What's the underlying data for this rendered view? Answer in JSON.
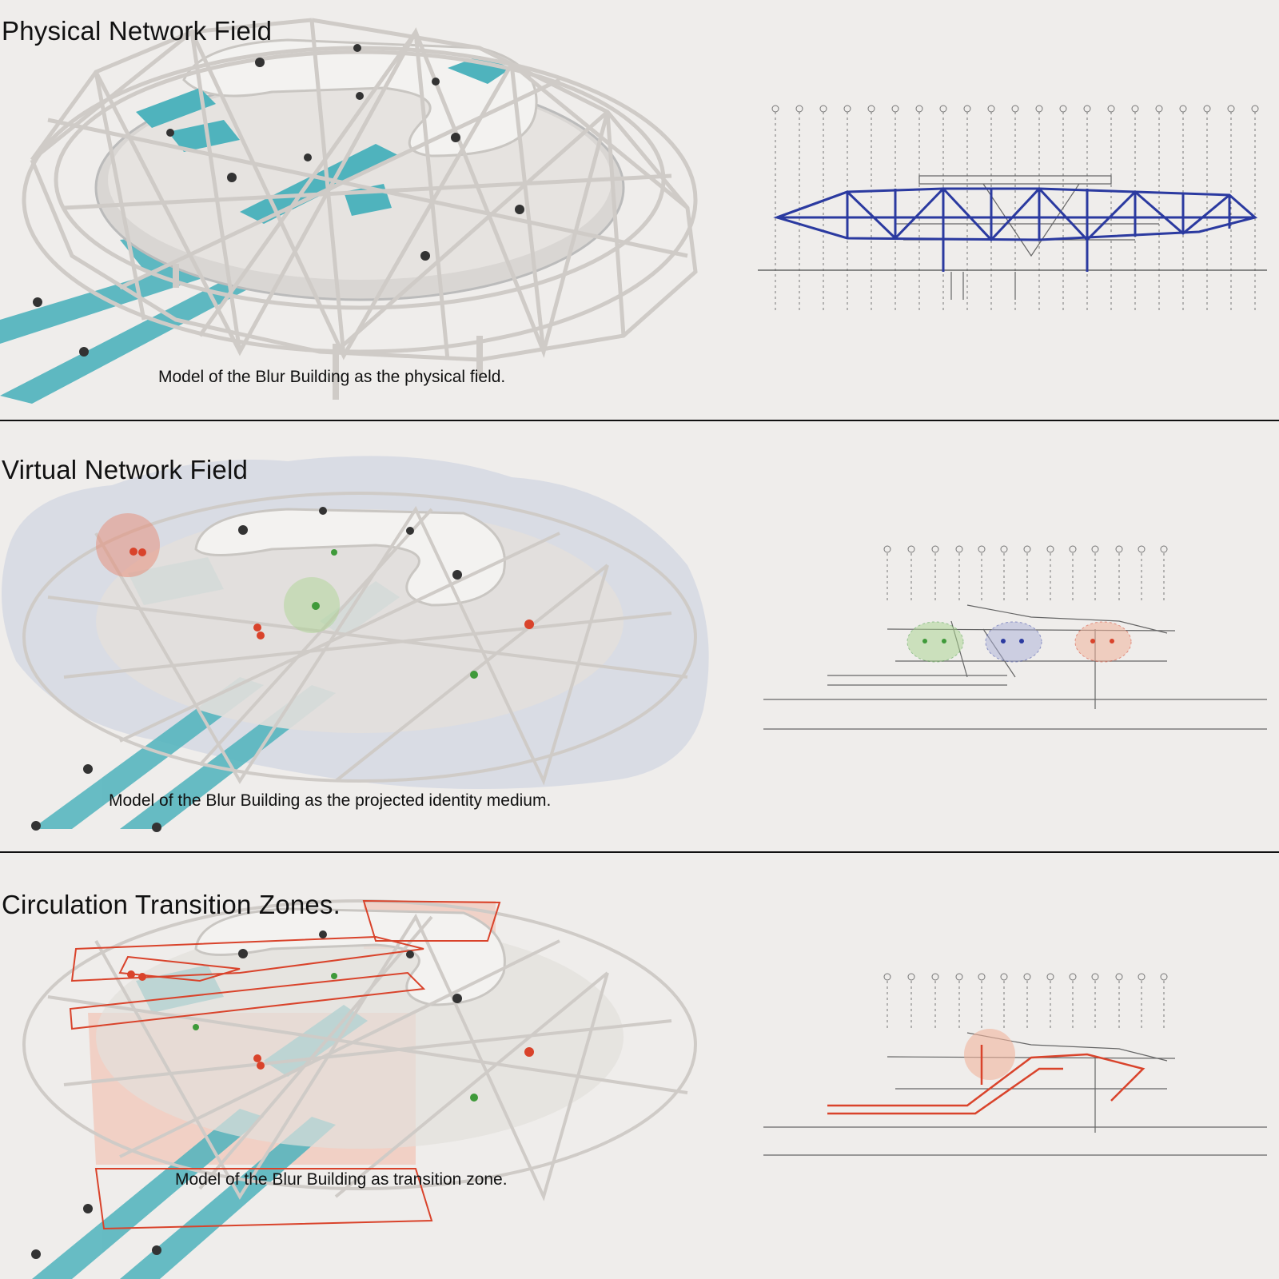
{
  "panels": [
    {
      "title": "Physical Network Field",
      "caption": "Model of the Blur Building as the physical field."
    },
    {
      "title": "Virtual Network Field",
      "caption": "Model of the Blur Building as the projected identity medium."
    },
    {
      "title": "Circulation Transition Zones.",
      "caption": "Model of the Blur Building as transition zone."
    }
  ],
  "colors": {
    "background": "#efedeb",
    "circulation": "#4fb3bd",
    "structure_highlight": "#2b3aa0",
    "transition": "#d9432b",
    "identity_green": "#3f9a3a",
    "identity_blue": "#2b3aa0",
    "identity_red": "#d9432b"
  }
}
